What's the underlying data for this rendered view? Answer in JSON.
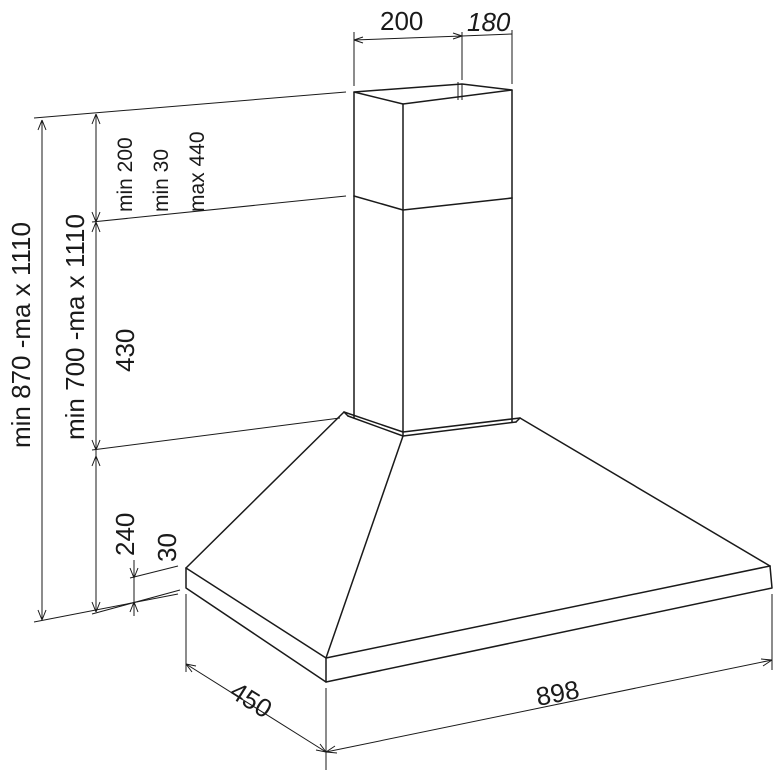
{
  "dimensions": {
    "chimney_width": "200",
    "chimney_depth": "180",
    "total_height": "min 870 -ma x 1110",
    "height_no_filter": "min 700 -ma x 1110",
    "chimney_overlap_min": "min 200",
    "chimney_gap_min": "min 30",
    "chimney_gap_max": "max 440",
    "chimney_height": "430",
    "canopy_height": "240",
    "rim_height": "30",
    "hood_depth": "450",
    "hood_width": "898"
  }
}
